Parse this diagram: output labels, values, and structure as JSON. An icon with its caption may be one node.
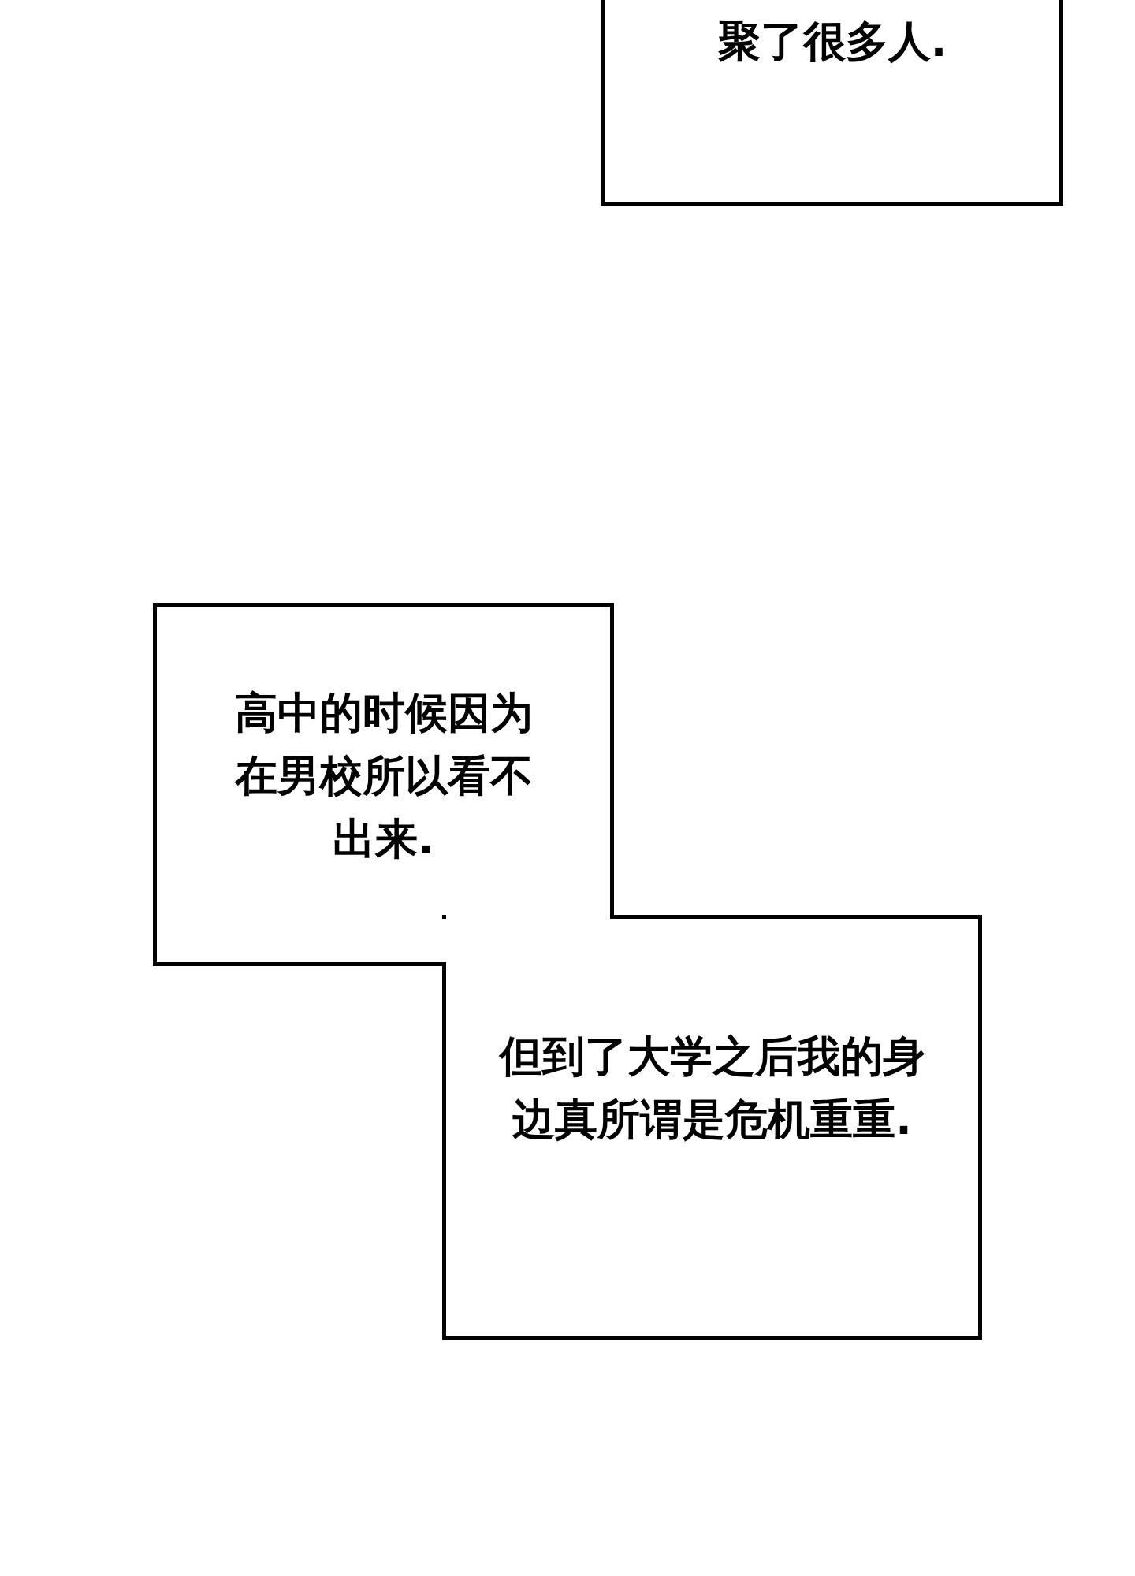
{
  "diagram": {
    "nodes": [
      {
        "text": [
          "聚了很多人."
        ]
      },
      {
        "text": [
          "高中的时候因为在男校所以看不出来."
        ]
      },
      {
        "text": [
          "但到了大学之后我的身边真所谓是危机重重."
        ]
      }
    ]
  }
}
